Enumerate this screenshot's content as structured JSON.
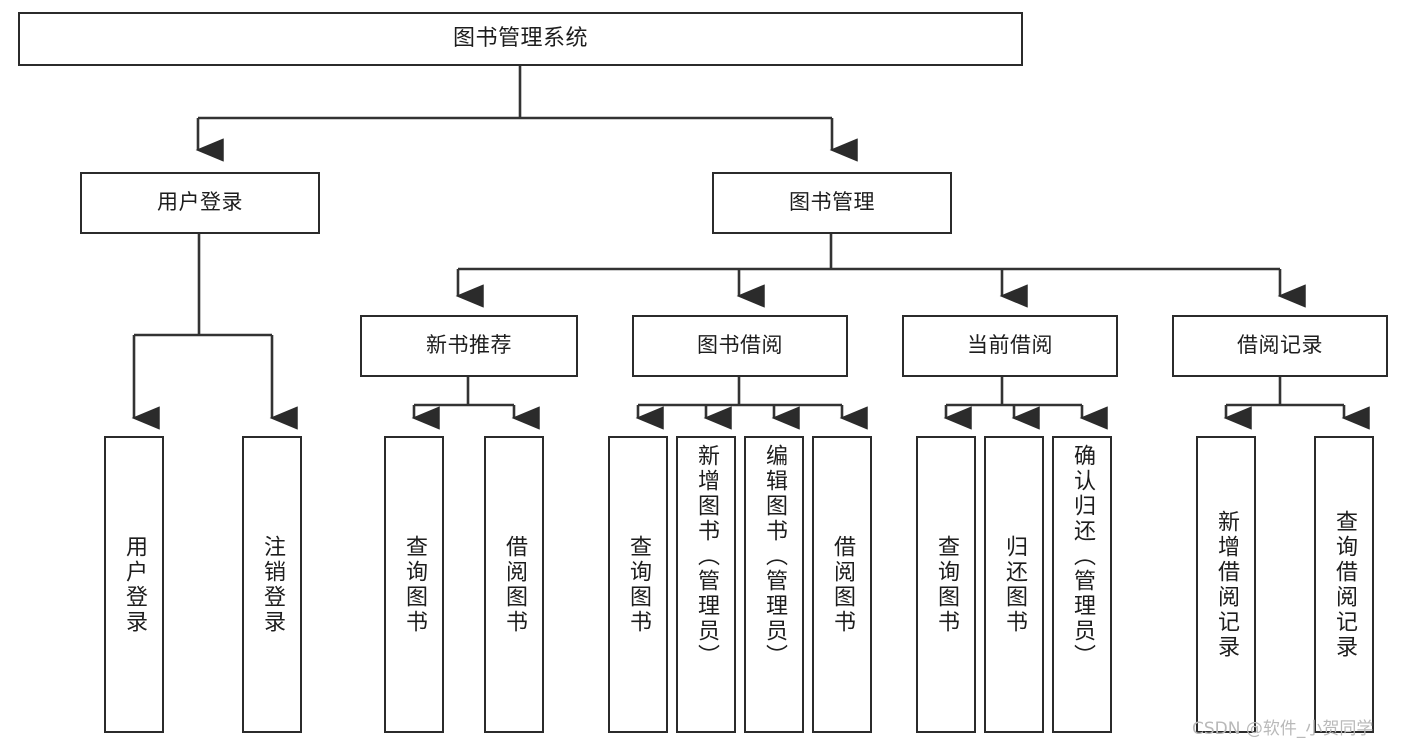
{
  "diagram": {
    "title": "图书管理系统",
    "type": "tree-hierarchy",
    "watermark": "CSDN @软件_小贺同学",
    "colors": {
      "background": "#ffffff",
      "box_border": "#2b2b2b",
      "box_fill": "#ffffff",
      "text": "#1d1d1d",
      "connector": "#333333",
      "watermark": "#b9b9b9"
    }
  },
  "nodes": {
    "root": {
      "label": "图书管理系统"
    },
    "level1": [
      {
        "label": "用户登录"
      },
      {
        "label": "图书管理"
      }
    ],
    "level2": [
      {
        "label": "新书推荐"
      },
      {
        "label": "图书借阅"
      },
      {
        "label": "当前借阅"
      },
      {
        "label": "借阅记录"
      }
    ],
    "leaves": {
      "user_login": [
        {
          "label": "用户登录"
        },
        {
          "label": "注销登录"
        }
      ],
      "new_book_recommend": [
        {
          "label": "查询图书"
        },
        {
          "label": "借阅图书"
        }
      ],
      "book_borrow": [
        {
          "label": "查询图书"
        },
        {
          "label": "新增图书（管理员）"
        },
        {
          "label": "编辑图书（管理员）"
        },
        {
          "label": "借阅图书"
        }
      ],
      "current_borrow": [
        {
          "label": "查询图书"
        },
        {
          "label": "归还图书"
        },
        {
          "label": "确认归还（管理员）"
        }
      ],
      "borrow_record": [
        {
          "label": "新增借阅记录"
        },
        {
          "label": "查询借阅记录"
        }
      ]
    }
  }
}
